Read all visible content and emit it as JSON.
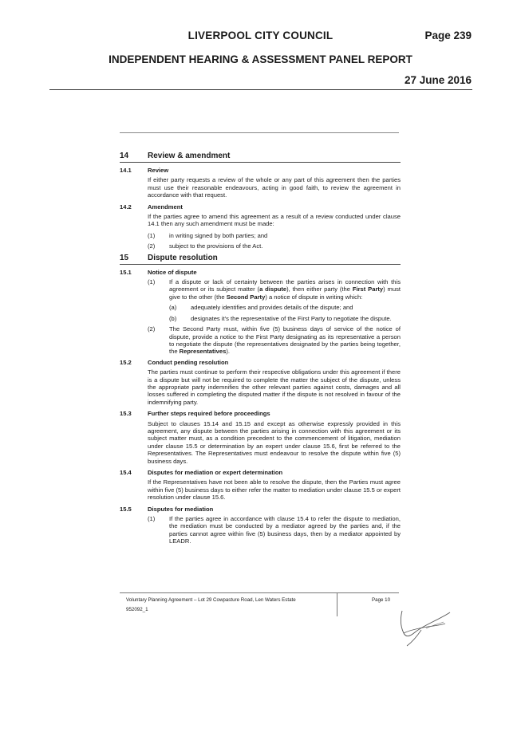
{
  "header": {
    "council": "LIVERPOOL CITY COUNCIL",
    "page": "Page 239",
    "title": "INDEPENDENT HEARING & ASSESSMENT PANEL REPORT",
    "date": "27 June 2016"
  },
  "doc": {
    "s14": {
      "num": "14",
      "title": "Review & amendment",
      "c141": {
        "num": "14.1",
        "title": "Review",
        "text": "If either party requests a review of the whole or any part of this agreement then the parties must use their reasonable endeavours, acting in good faith, to review the agreement in accordance with that request."
      },
      "c142": {
        "num": "14.2",
        "title": "Amendment",
        "text": "If the parties agree to amend this agreement as a result of a review conducted under clause 14.1 then any such amendment must be made:",
        "items": [
          {
            "label": "(1)",
            "text": "in writing signed by both parties; and"
          },
          {
            "label": "(2)",
            "text": "subject to the provisions of the Act."
          }
        ]
      }
    },
    "s15": {
      "num": "15",
      "title": "Dispute resolution",
      "c151": {
        "num": "15.1",
        "title": "Notice of dispute",
        "i1": {
          "label": "(1)",
          "t1": "If a dispute or lack of certainty between the parties arises in connection with this agreement or its subject matter (",
          "b1": "a dispute",
          "t2": "), then either party (the ",
          "b2": "First Party",
          "t3": ") must give to the other (the ",
          "b3": "Second Party",
          "t4": ") a notice of dispute in writing which:"
        },
        "sub": [
          {
            "label": "(a)",
            "text": "adequately identifies and provides details of the dispute; and"
          },
          {
            "label": "(b)",
            "text": "designates it's the representative of the First Party to negotiate the dispute."
          }
        ],
        "i2": {
          "label": "(2)",
          "t1": "The Second Party must, within five (5) business days of service of the notice of dispute, provide a notice to the First Party designating as its representative a person to negotiate the dispute (the representatives designated by the parties being together, the ",
          "b1": "Representatives",
          "t2": ")."
        }
      },
      "c152": {
        "num": "15.2",
        "title": "Conduct pending resolution",
        "text": "The parties must continue to perform their respective obligations under this agreement if there is a dispute but will not be required to complete the matter the subject of the dispute, unless the appropriate party indemnifies the other relevant parties against costs, damages and all losses suffered in completing the disputed matter if the dispute is not resolved in favour of the indemnifying party."
      },
      "c153": {
        "num": "15.3",
        "title": "Further steps required before proceedings",
        "text": "Subject to clauses 15.14 and 15.15 and except as otherwise expressly provided in this agreement, any dispute between the parties arising in connection with this agreement or its subject matter must, as a condition precedent to the commencement of litigation, mediation under clause 15.5 or determination by an expert under clause 15.6, first be referred to the Representatives. The Representatives must endeavour to resolve the dispute within five (5) business days."
      },
      "c154": {
        "num": "15.4",
        "title": "Disputes for mediation or expert determination",
        "text": "If the Representatives have not been able to resolve the dispute, then the Parties must agree within five (5) business days to either refer the matter to mediation under clause 15.5 or expert resolution under clause 15.6."
      },
      "c155": {
        "num": "15.5",
        "title": "Disputes for mediation",
        "items": [
          {
            "label": "(1)",
            "text": "If the parties agree in accordance with clause 15.4 to refer the dispute to mediation, the mediation must be conducted by a mediator agreed by the parties and, if the parties cannot agree within five (5) business days, then by a mediator appointed by LEADR."
          }
        ]
      }
    }
  },
  "footer": {
    "description": "Voluntary Planning Agreement – Lot 29 Cowpasture Road, Len Waters Estate",
    "ref": "952092_1",
    "page": "Page 10"
  }
}
